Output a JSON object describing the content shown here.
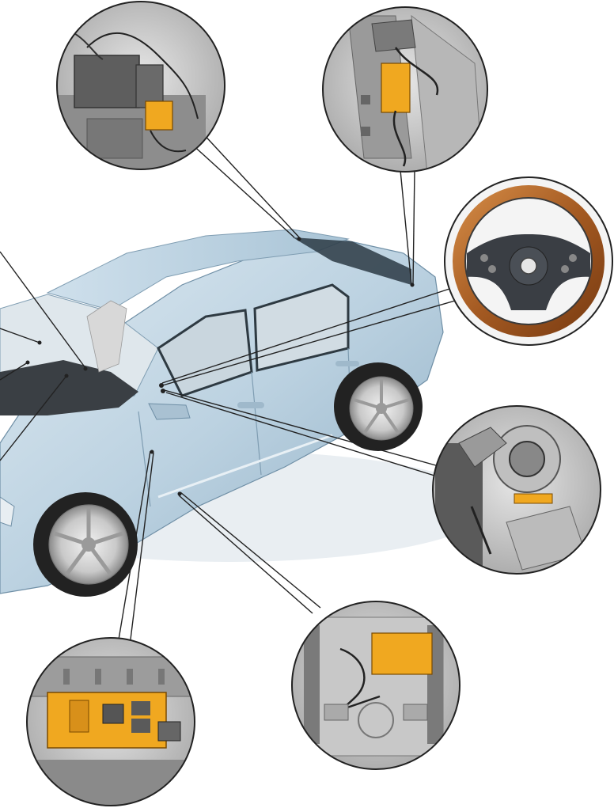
{
  "figure": {
    "subject": "car-component-locations",
    "callouts": [
      {
        "id": "rear-shelf-modules",
        "icon": "control-unit-icon"
      },
      {
        "id": "c-pillar-connector",
        "icon": "connector-icon"
      },
      {
        "id": "steering-wheel",
        "icon": "steering-wheel-icon"
      },
      {
        "id": "steering-column-module",
        "icon": "steering-column-icon"
      },
      {
        "id": "seat-underside-module",
        "icon": "seat-module-icon"
      },
      {
        "id": "b-pillar-fuse-box",
        "icon": "fuse-box-icon"
      }
    ],
    "colors": {
      "car_body": "#bfd4e2",
      "car_shadow": "#8fb0c6",
      "component_highlight": "#f0a820",
      "callout_border": "#222222",
      "wood_trim": "#b86a2c"
    }
  }
}
